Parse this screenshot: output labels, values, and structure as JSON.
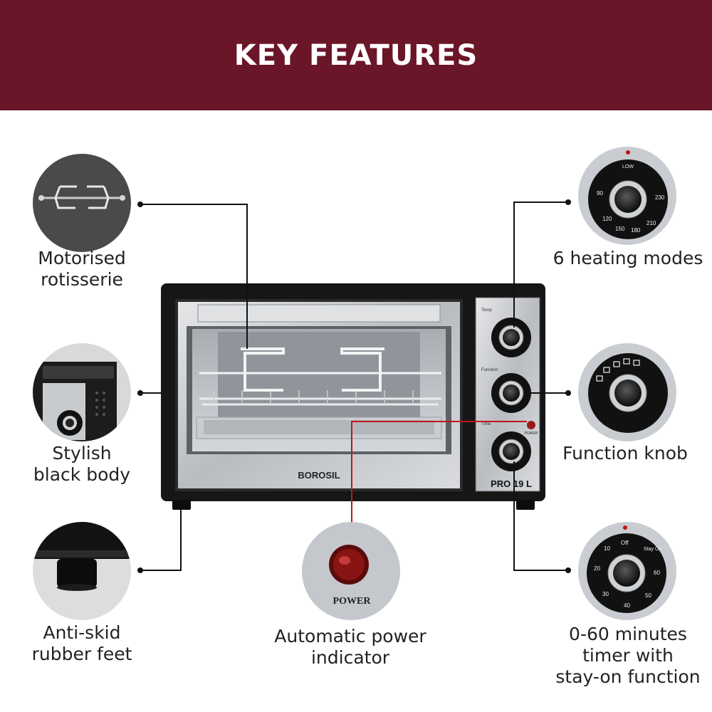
{
  "header": {
    "title": "KEY FEATURES",
    "bg_color": "#6b1528"
  },
  "features": {
    "rotisserie": {
      "line1": "Motorised",
      "line2": "rotisserie"
    },
    "black_body": {
      "line1": "Stylish",
      "line2": "black body"
    },
    "rubber_feet": {
      "line1": "Anti-skid",
      "line2": "rubber feet"
    },
    "power_indicator": {
      "line1": "Automatic power",
      "line2": "indicator",
      "badge": "POWER"
    },
    "heating_modes": {
      "line1": "6 heating modes"
    },
    "function_knob": {
      "line1": "Function knob"
    },
    "timer": {
      "line1": "0-60 minutes",
      "line2": "timer with",
      "line3": "stay-on function"
    }
  },
  "oven": {
    "brand": "BOROSIL",
    "model": "PRO 19 L",
    "power_label": "POWER",
    "knob_labels": {
      "temp": "Temp",
      "function": "Function",
      "time": "Time"
    }
  },
  "knob_dials": {
    "temp": {
      "top": "LOW",
      "marks": [
        "90",
        "120",
        "150",
        "180",
        "210",
        "230"
      ]
    },
    "timer": {
      "off": "Off",
      "stay_on": "Stay On",
      "marks": [
        "10",
        "20",
        "30",
        "40",
        "50",
        "60"
      ]
    }
  },
  "colors": {
    "accent_red": "#c0141e",
    "line": "#111111"
  }
}
